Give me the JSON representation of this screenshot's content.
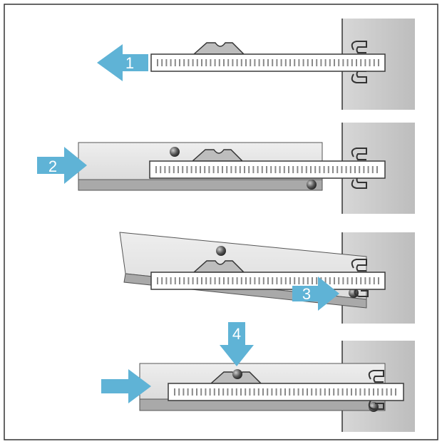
{
  "steps": [
    {
      "number": "1",
      "direction": "left"
    },
    {
      "number": "2",
      "direction": "right"
    },
    {
      "number": "3",
      "direction": "right"
    },
    {
      "number": "4",
      "direction": "down"
    }
  ],
  "colors": {
    "arrow": "#5fb3d6",
    "wall": "#c9c9c9",
    "shelf": "#e6e6e6",
    "shelf_edge": "#a9a9a9",
    "rail": "#ffffff",
    "outline": "#3a3a3a"
  }
}
